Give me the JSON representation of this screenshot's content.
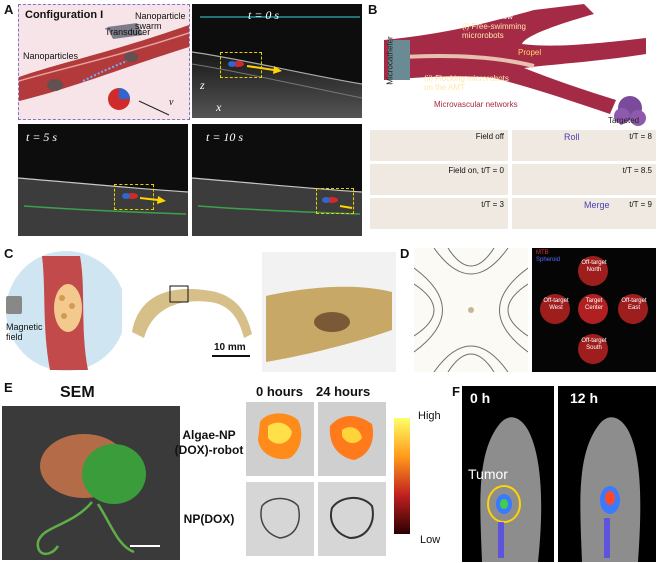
{
  "panel_labels": {
    "a": "A",
    "b": "B",
    "c": "C",
    "d": "D",
    "e": "E",
    "f": "F"
  },
  "panelA": {
    "config_title": "Configuration I",
    "transducer": "Transducer",
    "swarm": "Nanoparticle\nswarm",
    "nanoparticles": "Nanoparticles",
    "v": "v",
    "t0": "t = 0 s",
    "t5": "t = 5 s",
    "t10": "t = 10 s",
    "axis_z": "z",
    "axis_x": "x"
  },
  "panelB": {
    "flow1": "Flow",
    "flow2": "Flow",
    "propel": "Propel",
    "catheter": "Microcatheter",
    "free_swim": "(i) Free-swimming\nmicrorobots",
    "flocking": "(ii) Flocking microrobots\non the AMT",
    "networks": "Microvascular networks",
    "tumor": "Targeted tumor",
    "frames": [
      {
        "cap": "Field off"
      },
      {
        "cap": "Field on, t/T = 0"
      },
      {
        "cap": "t/T = 3"
      },
      {
        "cap": "t/T = 8",
        "note": "Roll"
      },
      {
        "cap": "t/T = 8.5"
      },
      {
        "cap": "t/T = 9",
        "note": "Merge"
      }
    ]
  },
  "panelC": {
    "magnetic": "Magnetic\nfield",
    "scale": "10 mm"
  },
  "panelD": {
    "legend1": "MTB",
    "legend2": "Spheroid",
    "spots": [
      {
        "l1": "Off-target",
        "l2": "North"
      },
      {
        "l1": "Off-target",
        "l2": "West"
      },
      {
        "l1": "Target",
        "l2": "Center"
      },
      {
        "l1": "Off-target",
        "l2": "East"
      },
      {
        "l1": "Off-target",
        "l2": "South"
      }
    ]
  },
  "panelE": {
    "sem": "SEM",
    "h0": "0 hours",
    "h24": "24 hours",
    "row1": "Algae-NP\n(DOX)-robot",
    "row2": "NP(DOX)",
    "high": "High",
    "low": "Low"
  },
  "panelF": {
    "h0": "0 h",
    "h12": "12 h",
    "tumor": "Tumor"
  }
}
